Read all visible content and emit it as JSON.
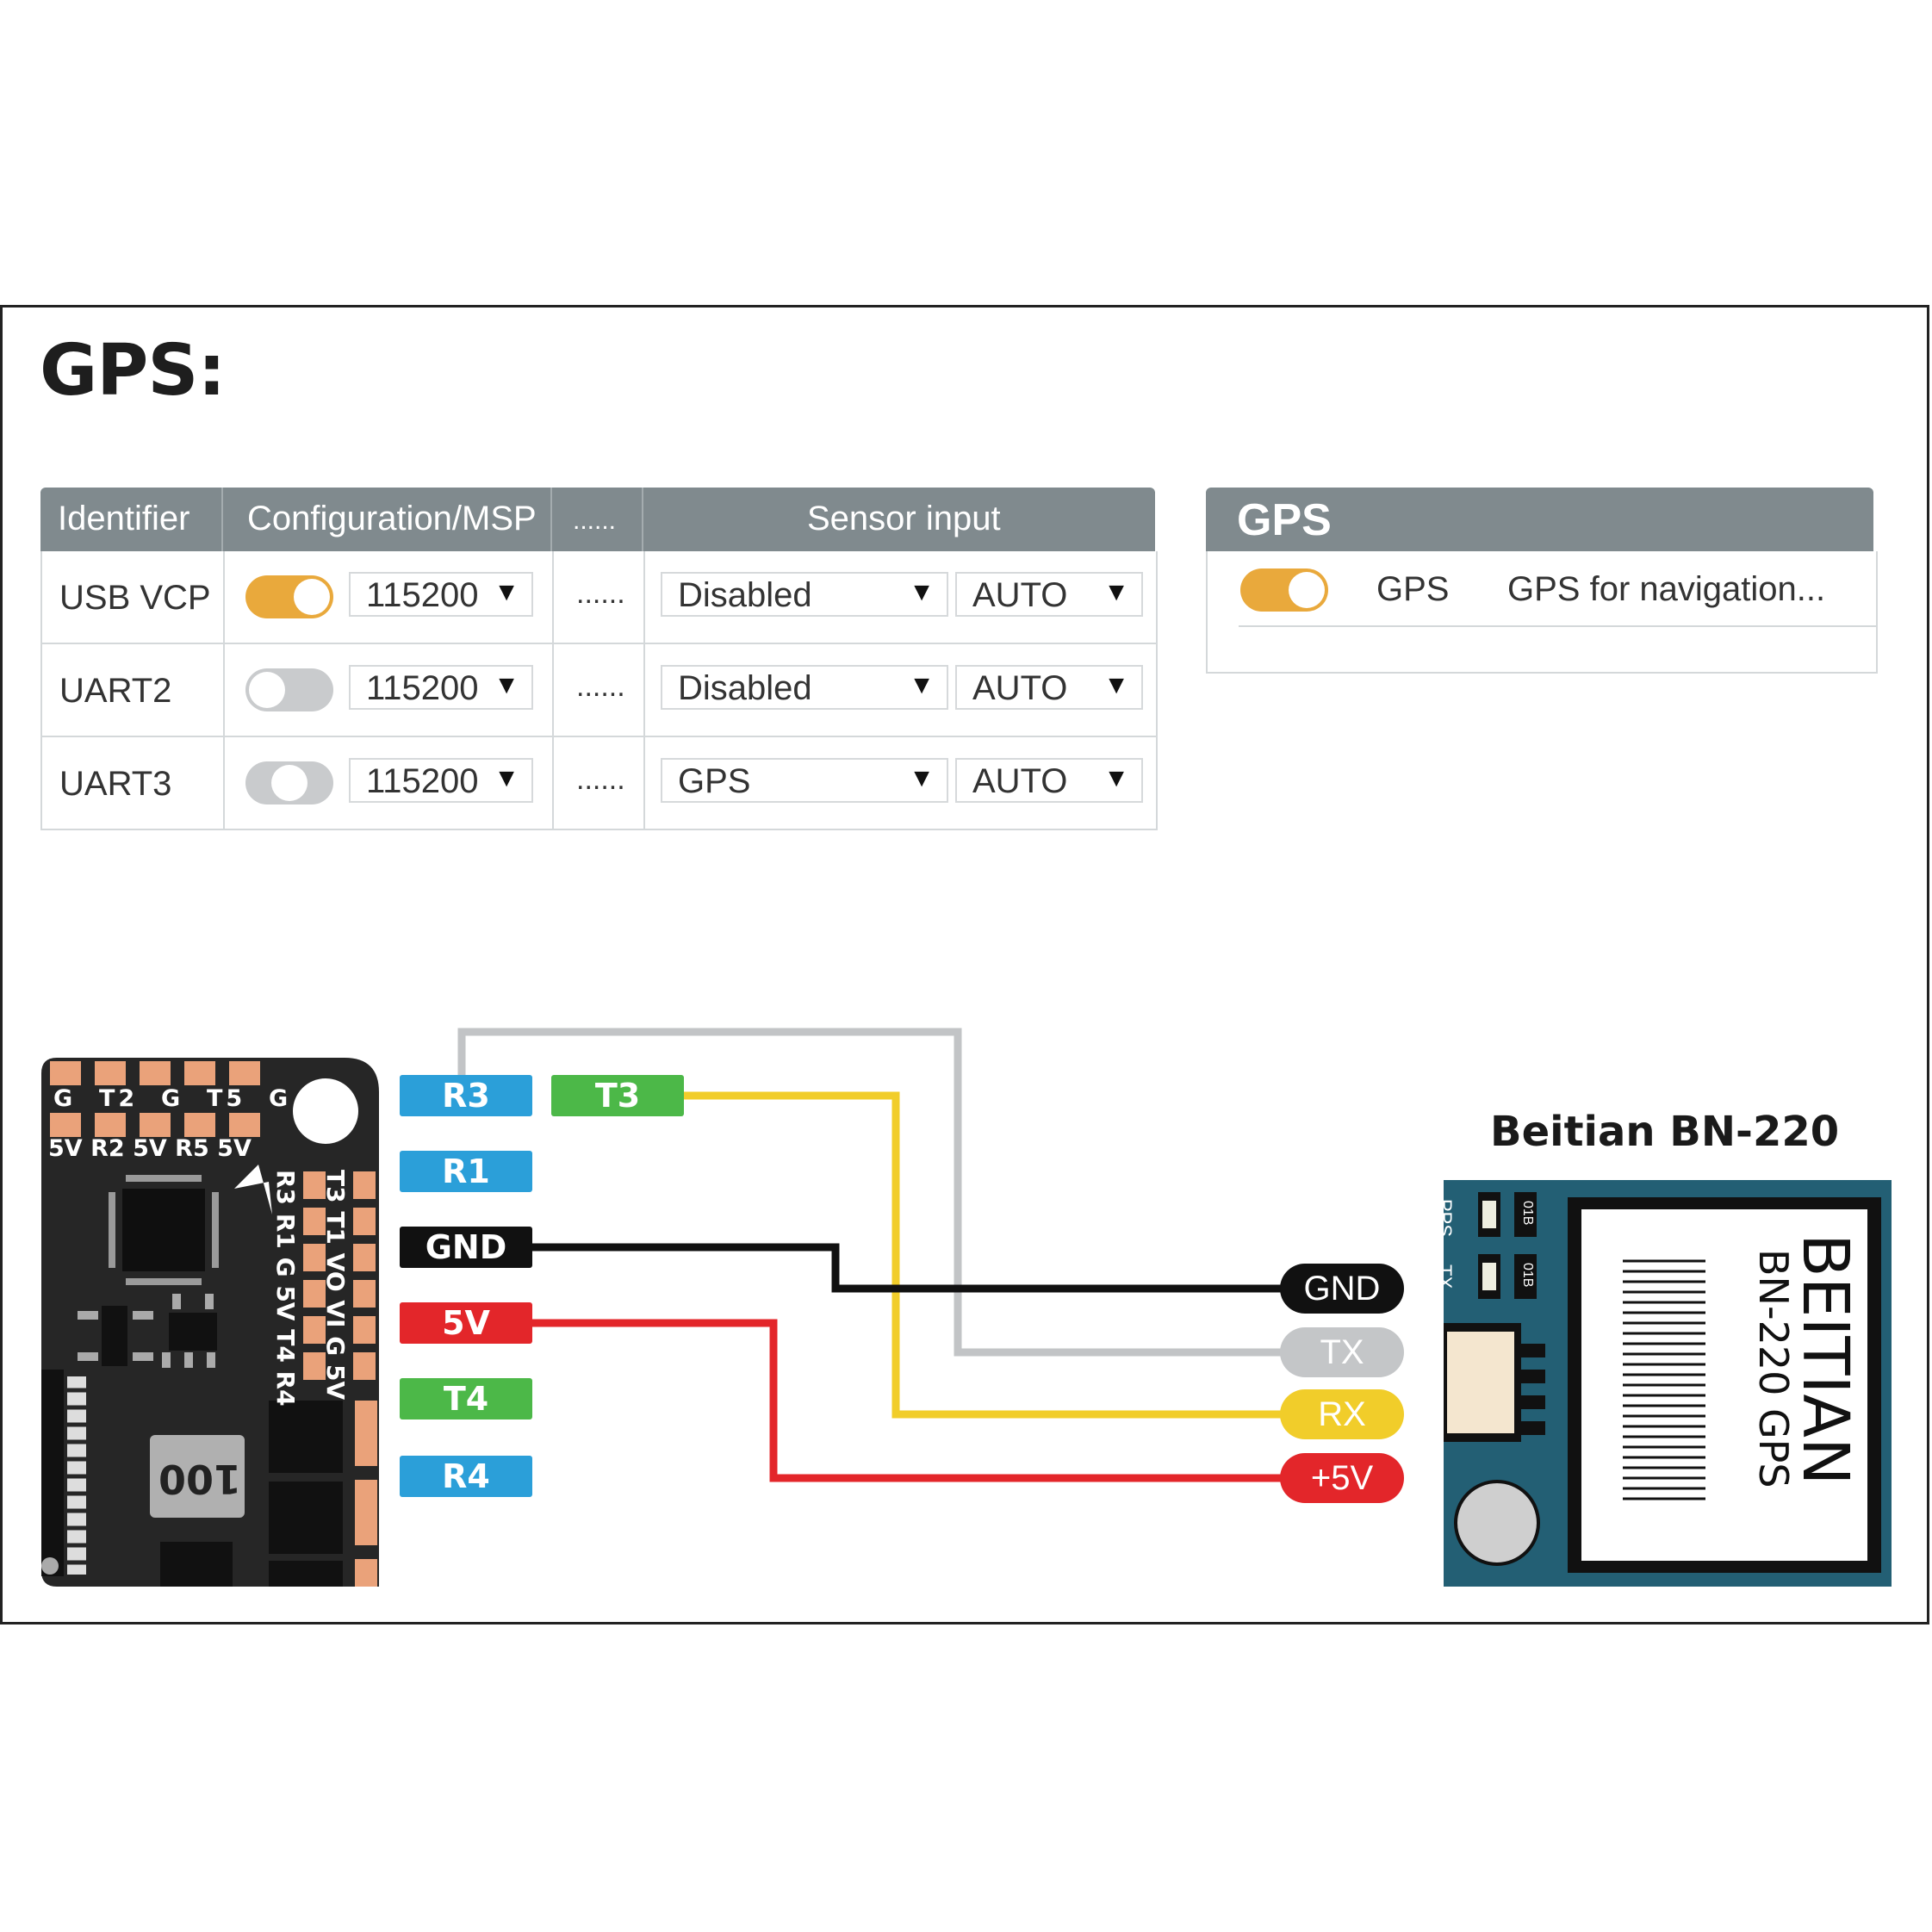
{
  "title": "GPS:",
  "ports_table": {
    "headers": [
      "Identifier",
      "Configuration/MSP",
      "......",
      "Sensor input"
    ],
    "rows": [
      {
        "identifier": "USB VCP",
        "msp_enabled": true,
        "baud": "115200",
        "dots": "......",
        "sensor": "Disabled",
        "sensor_baud": "AUTO"
      },
      {
        "identifier": "UART2",
        "msp_enabled": false,
        "baud": "115200",
        "dots": "......",
        "sensor": "Disabled",
        "sensor_baud": "AUTO"
      },
      {
        "identifier": "UART3",
        "msp_enabled": false,
        "baud": "115200",
        "dots": "......",
        "sensor": "GPS",
        "sensor_baud": "AUTO"
      }
    ],
    "arrow_glyph": "▼"
  },
  "features_panel": {
    "header": "GPS",
    "item": {
      "enabled": true,
      "name": "GPS",
      "description": "GPS for navigation..."
    }
  },
  "flight_controller": {
    "top_row_labels": [
      "G",
      "T2",
      "G",
      "T5",
      "G"
    ],
    "second_row_labels": [
      "5V",
      "R2",
      "5V",
      "R5",
      "5V"
    ],
    "side_labels_inner": "R3 R1  G  5V T4 R4",
    "side_labels_outer": "T3 T1 VO VI  G  5V",
    "chip_text": "100"
  },
  "pin_labels": [
    {
      "text": "R3",
      "color": "#2b9fd9"
    },
    {
      "text": "T3",
      "color": "#4cb848"
    },
    {
      "text": "R1",
      "color": "#2b9fd9"
    },
    {
      "text": "GND",
      "color": "#111111"
    },
    {
      "text": "5V",
      "color": "#e3262a"
    },
    {
      "text": "T4",
      "color": "#4cb848"
    },
    {
      "text": "R4",
      "color": "#2b9fd9"
    }
  ],
  "gps_module": {
    "title": "Beitian BN-220",
    "wire_labels": [
      {
        "text": "GND",
        "color": "#111111"
      },
      {
        "text": "TX",
        "color": "#c4c6c8"
      },
      {
        "text": "RX",
        "color": "#f1cd2a"
      },
      {
        "text": "+5V",
        "color": "#e3262a"
      }
    ],
    "board_brand": "BEITIAN",
    "board_model": "BN-220 GPS",
    "led_labels": [
      "PPS",
      "TX"
    ],
    "resistor_text": "01B"
  },
  "colors": {
    "toggle_on": "#e9a93c",
    "toggle_off": "#c9cbcd",
    "header_gray": "#808a8e",
    "wire_gray": "#c2c4c6",
    "wire_yellow": "#f1cd2a",
    "wire_black": "#111111",
    "wire_red": "#e3262a",
    "pad_orange": "#eaa27a",
    "board_teal": "#235f74"
  }
}
